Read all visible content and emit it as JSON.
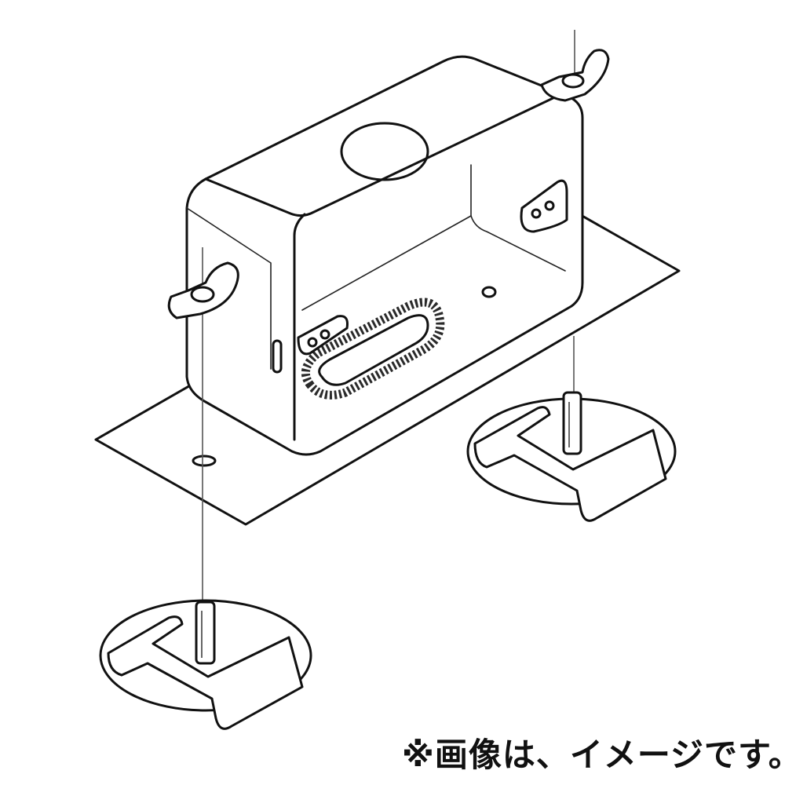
{
  "caption": "※画像は、イメージです。",
  "diagram": {
    "subject": "metal outlet box with mounting plate, wing nuts and spring clips",
    "parts": [
      {
        "name": "outlet-box",
        "features": [
          "knockout-hole-top",
          "gear-edged-oval-opening",
          "mounting-ears",
          "side-slot"
        ]
      },
      {
        "name": "mounting-plate"
      },
      {
        "name": "wing-nut-left"
      },
      {
        "name": "wing-nut-right"
      },
      {
        "name": "spring-clip-detail-left"
      },
      {
        "name": "spring-clip-detail-right"
      }
    ],
    "colors": {
      "line": "#111111",
      "background": "#ffffff"
    }
  }
}
